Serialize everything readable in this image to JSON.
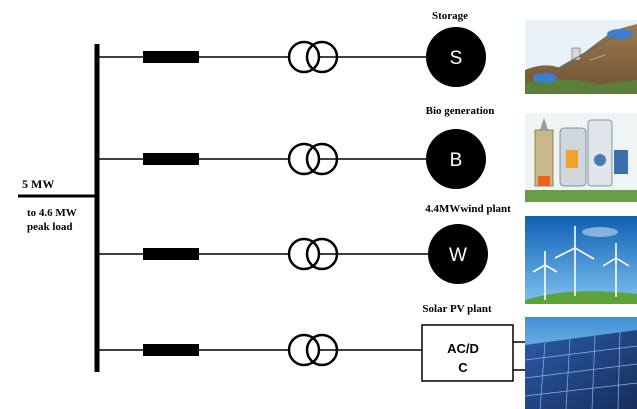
{
  "bus": {
    "capacity_label": "5 MW",
    "peak_label_line1": "to 4.6 MW",
    "peak_label_line2": "peak load"
  },
  "feeders": [
    {
      "id": "storage",
      "title": "Storage",
      "symbol": "S",
      "picture": "pumped-hydro-storage-picture"
    },
    {
      "id": "bio",
      "title": "Bio generation",
      "symbol": "B",
      "picture": "bio-generation-plant-picture"
    },
    {
      "id": "wind",
      "title": "4.4MWwind plant",
      "symbol": "W",
      "picture": "wind-turbines-picture"
    },
    {
      "id": "solar",
      "title": "Solar PV plant",
      "converter_line1": "AC/D",
      "converter_line2": "C",
      "picture": "solar-panels-picture"
    }
  ],
  "colors": {
    "line": "#000000",
    "generator_fill": "#000000",
    "generator_text": "#ffffff",
    "sky": "#1f76c9",
    "grass": "#5ea33a",
    "panel": "#1e3f78"
  }
}
